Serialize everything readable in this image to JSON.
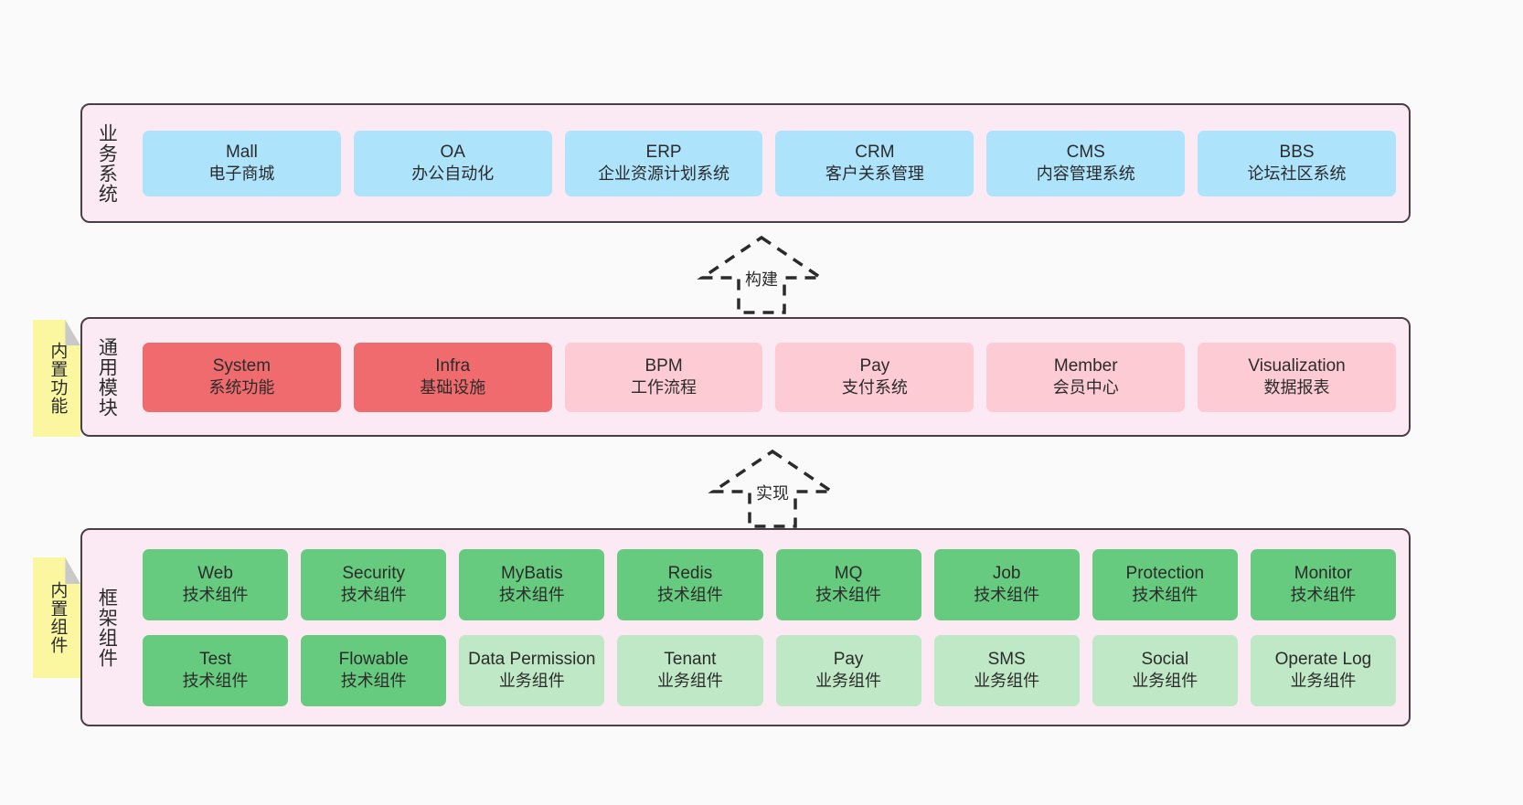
{
  "diagram": {
    "background_color": "#fafafa",
    "layer_fill": "#fbeaf4",
    "layer_border": "#4a3f47",
    "sticky_color": "#fbf7a0"
  },
  "layers": [
    {
      "id": "business",
      "title": "业务系统",
      "card_color": "#ade3fb",
      "cards": [
        {
          "en": "Mall",
          "cn": "电子商城"
        },
        {
          "en": "OA",
          "cn": "办公自动化"
        },
        {
          "en": "ERP",
          "cn": "企业资源计划系统"
        },
        {
          "en": "CRM",
          "cn": "客户关系管理"
        },
        {
          "en": "CMS",
          "cn": "内容管理系统"
        },
        {
          "en": "BBS",
          "cn": "论坛社区系统"
        }
      ]
    },
    {
      "id": "common",
      "title": "通用模块",
      "sticky": "内置功能",
      "cards": [
        {
          "en": "System",
          "cn": "系统功能",
          "color": "#f06b6e"
        },
        {
          "en": "Infra",
          "cn": "基础设施",
          "color": "#f06b6e"
        },
        {
          "en": "BPM",
          "cn": "工作流程",
          "color": "#fccbd3"
        },
        {
          "en": "Pay",
          "cn": "支付系统",
          "color": "#fccbd3"
        },
        {
          "en": "Member",
          "cn": "会员中心",
          "color": "#fccbd3"
        },
        {
          "en": "Visualization",
          "cn": "数据报表",
          "color": "#fccbd3"
        }
      ]
    },
    {
      "id": "framework",
      "title": "框架组件",
      "sticky": "内置组件",
      "row1": [
        {
          "en": "Web",
          "cn": "技术组件",
          "color": "#67cb7f"
        },
        {
          "en": "Security",
          "cn": "技术组件",
          "color": "#67cb7f"
        },
        {
          "en": "MyBatis",
          "cn": "技术组件",
          "color": "#67cb7f"
        },
        {
          "en": "Redis",
          "cn": "技术组件",
          "color": "#67cb7f"
        },
        {
          "en": "MQ",
          "cn": "技术组件",
          "color": "#67cb7f"
        },
        {
          "en": "Job",
          "cn": "技术组件",
          "color": "#67cb7f"
        },
        {
          "en": "Protection",
          "cn": "技术组件",
          "color": "#67cb7f"
        },
        {
          "en": "Monitor",
          "cn": "技术组件",
          "color": "#67cb7f"
        }
      ],
      "row2": [
        {
          "en": "Test",
          "cn": "技术组件",
          "color": "#67cb7f"
        },
        {
          "en": "Flowable",
          "cn": "技术组件",
          "color": "#67cb7f"
        },
        {
          "en": "Data Permission",
          "cn": "业务组件",
          "color": "#bfe8c6"
        },
        {
          "en": "Tenant",
          "cn": "业务组件",
          "color": "#bfe8c6"
        },
        {
          "en": "Pay",
          "cn": "业务组件",
          "color": "#bfe8c6"
        },
        {
          "en": "SMS",
          "cn": "业务组件",
          "color": "#bfe8c6"
        },
        {
          "en": "Social",
          "cn": "业务组件",
          "color": "#bfe8c6"
        },
        {
          "en": "Operate Log",
          "cn": "业务组件",
          "color": "#bfe8c6"
        }
      ]
    }
  ],
  "connectors": [
    {
      "id": "build",
      "label": "构建",
      "style": "dashed-generalization",
      "direction": "up"
    },
    {
      "id": "implement",
      "label": "实现",
      "style": "dashed-generalization",
      "direction": "up"
    }
  ]
}
